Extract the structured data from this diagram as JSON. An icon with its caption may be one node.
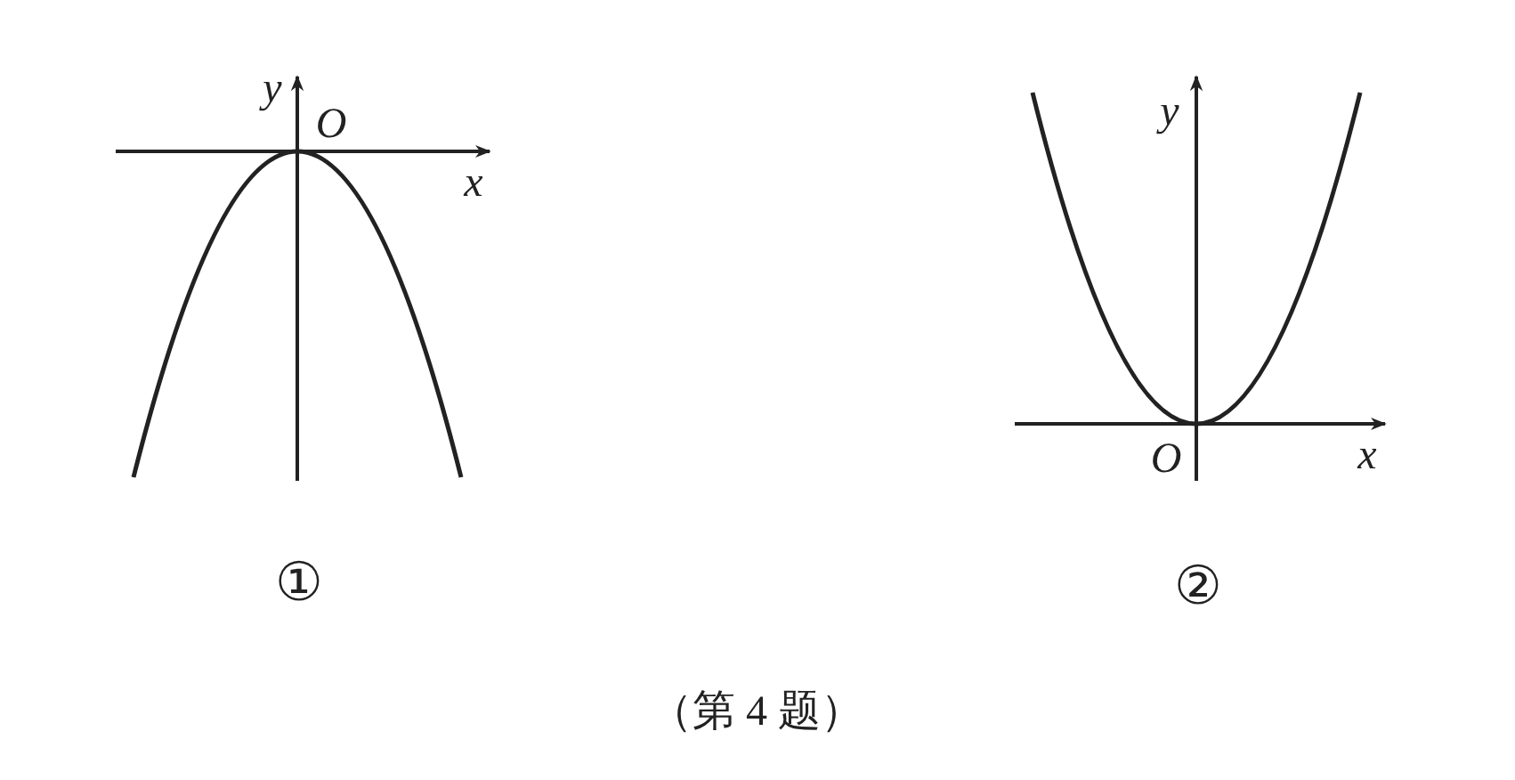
{
  "diagram": {
    "caption": "（第 4 题）",
    "labels": [
      "y",
      "O",
      "x",
      "①",
      "y",
      "O",
      "x",
      "②"
    ]
  }
}
